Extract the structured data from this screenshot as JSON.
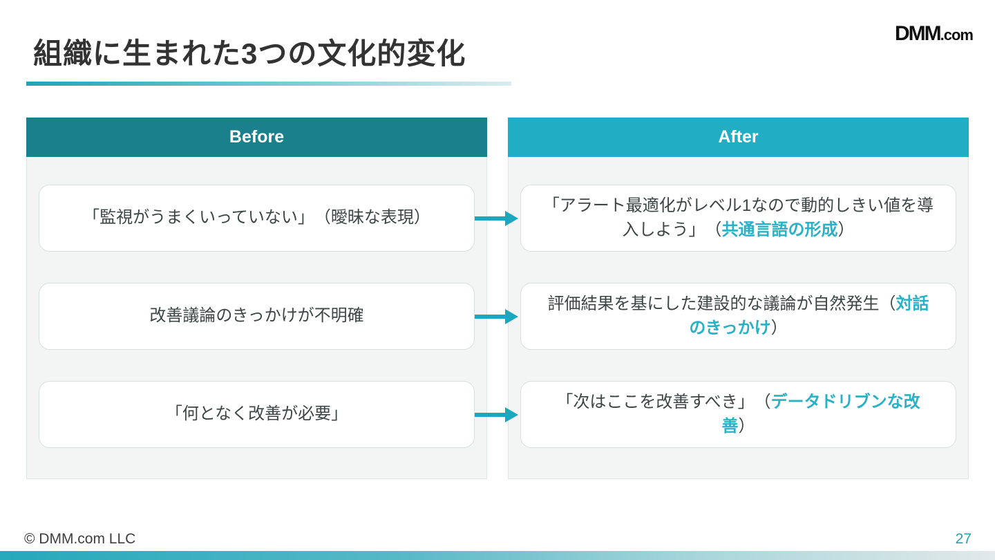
{
  "slide": {
    "title": "組織に生まれた3つの文化的変化",
    "logo": {
      "brand": "DMM",
      "suffix": ".com"
    },
    "footer": {
      "copyright": "© DMM.com LLC",
      "page_number": "27"
    }
  },
  "columns": {
    "before": {
      "header": "Before",
      "cards": [
        {
          "text": "「監視がうまくいっていない」　（曖昧な表現）"
        },
        {
          "text": "改善議論のきっかけが不明確"
        },
        {
          "text": "「何となく改善が必要」"
        }
      ]
    },
    "after": {
      "header": "After",
      "cards": [
        {
          "pre": "「アラート最適化がレベル1なので動的しきい値を導入しよう」　（",
          "accent": "共通言語の形成",
          "post": "）"
        },
        {
          "pre": "評価結果を基にした建設的な議論が自然発生（",
          "accent": "対話のきっかけ",
          "post": "）"
        },
        {
          "pre": "「次はここを改善すべき」　（",
          "accent": "データドリブンな改善",
          "post": "）"
        }
      ]
    }
  },
  "colors": {
    "title_text": "#333333",
    "before_header_bg": "#19808c",
    "after_header_bg": "#21aec4",
    "accent_text": "#2ab1c7",
    "arrow": "#1ba7bd",
    "page_number": "#2ba0ae"
  }
}
